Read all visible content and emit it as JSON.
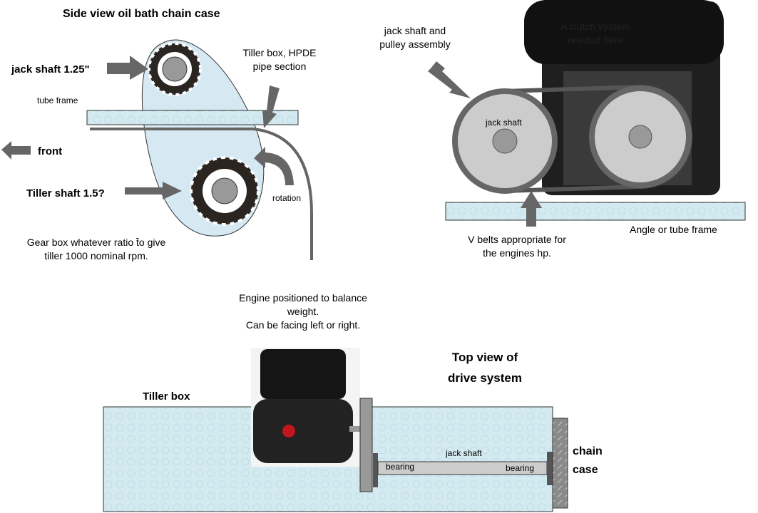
{
  "side_view": {
    "title": "Side view oil bath chain case",
    "jack_shaft": "jack shaft 1.25\"",
    "tube_frame": "tube frame",
    "tiller_box_l1": "Tiller box, HPDE",
    "tiller_box_l2": "pipe section",
    "front": "front",
    "tiller_shaft": "Tiller shaft 1.5?",
    "rotation": "rotation",
    "gear_l1": "Gear box whatever ratio t̄o give",
    "gear_l2": "tiller 1000 nominal rpm."
  },
  "pulley_view": {
    "jack_l1": "jack shaft and",
    "jack_l2": "pulley assembly",
    "clutch_l1": "A clutch system",
    "clutch_l2": "needed here",
    "jack_shaft": "jack shaft",
    "vbelts_l1": "V belts appropriate for",
    "vbelts_l2": "the engines hp.",
    "frame": "Angle or tube frame"
  },
  "top_view": {
    "engine_l1": "Engine positioned to balance",
    "engine_l2": "weight.",
    "engine_l3": "Can be facing left or right.",
    "title_l1": "Top view of",
    "title_l2": "drive system",
    "tiller_box": "Tiller box",
    "jack_shaft": "jack shaft",
    "bearing_left": "bearing",
    "bearing_right": "bearing",
    "chain_l1": "chain",
    "chain_l2": "case"
  },
  "colors": {
    "case_fill": "#d6e8f2",
    "frame_fill": "#d3e9ef",
    "arrow": "#666666",
    "shaft": "#999999",
    "pulley": "#cccccc"
  }
}
